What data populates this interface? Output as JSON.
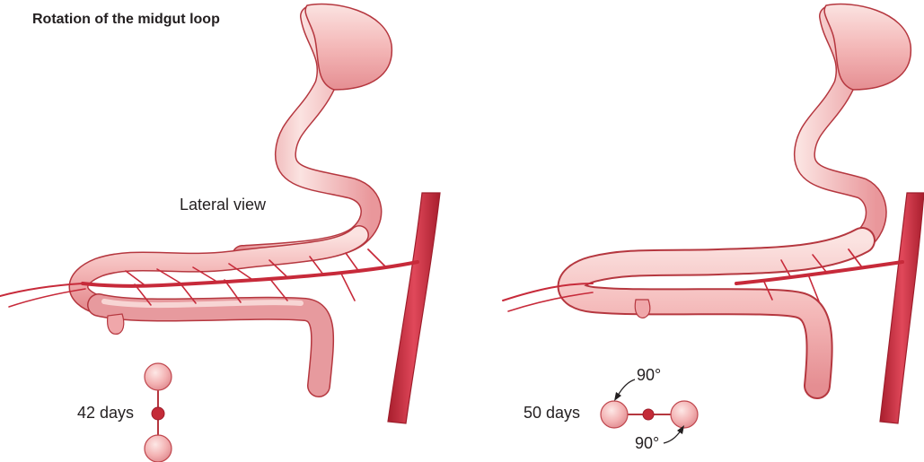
{
  "figure": {
    "title": "Rotation of the midgut loop",
    "left_panel": {
      "view_label": "Lateral view",
      "age_label": "42 days"
    },
    "right_panel": {
      "age_label": "50 days",
      "rotation_top_label": "90°",
      "rotation_bottom_label": "90°"
    }
  },
  "colors": {
    "gut_fill": "#f4b8b8",
    "gut_highlight": "#fbe3e1",
    "gut_outline": "#b5373f",
    "artery": "#c72a3a",
    "artery_dark": "#9e1e2c",
    "vein_node": "#c42b38",
    "text": "#231f20"
  }
}
